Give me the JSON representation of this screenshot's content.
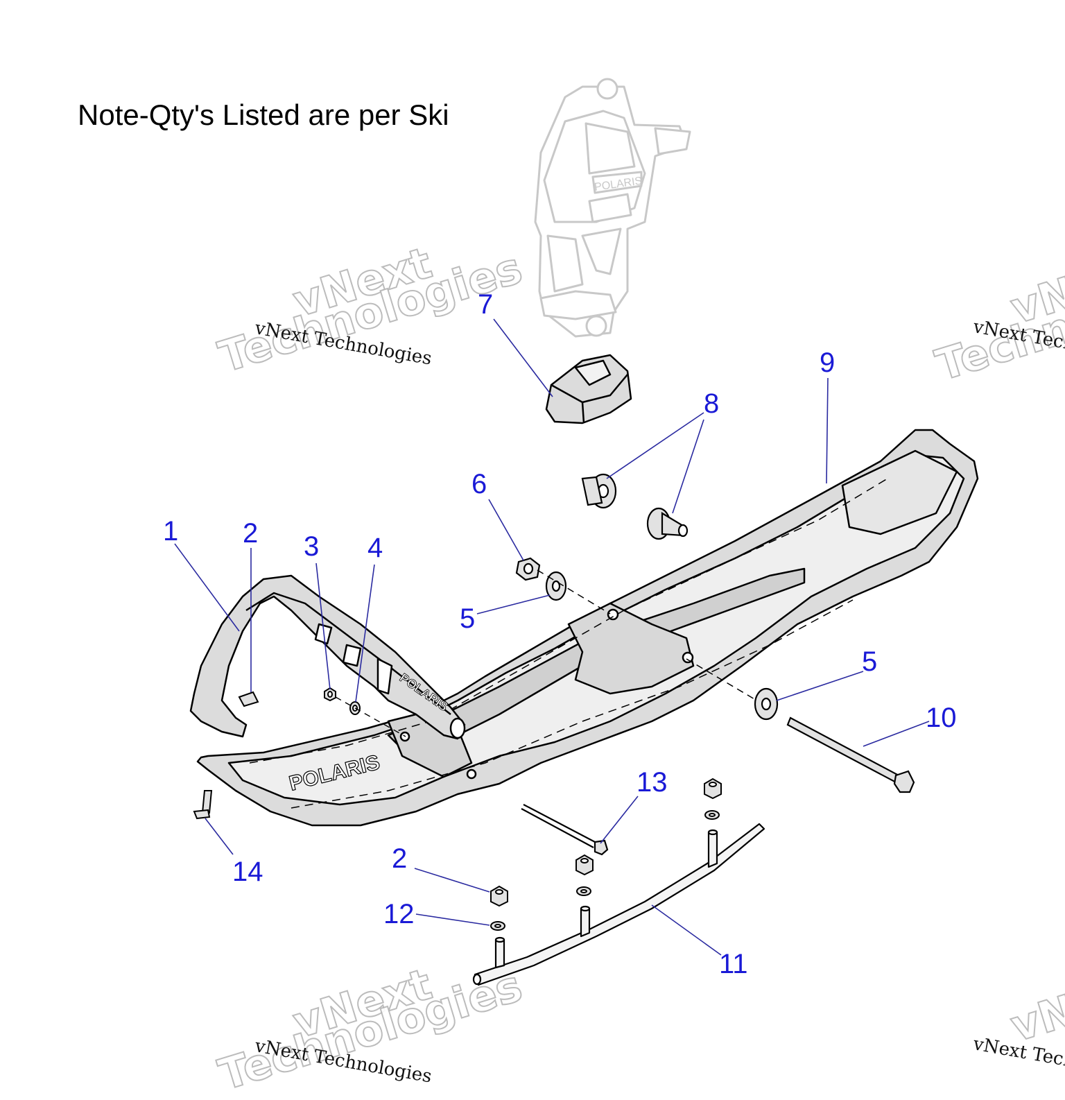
{
  "note": "Note-Qty's Listed are per Ski",
  "watermark": {
    "small": "vNext Technologies",
    "big_line1": "vNext",
    "big_line2": "Technologies"
  },
  "colors": {
    "callout": "#1a1ad6",
    "leader": "#2a2aa0",
    "part_stroke": "#000000",
    "part_fill": "#dcdcdc",
    "faded_stroke": "#c8c8c8"
  },
  "callouts": [
    {
      "id": "c1",
      "label": "1"
    },
    {
      "id": "c2a",
      "label": "2"
    },
    {
      "id": "c3",
      "label": "3"
    },
    {
      "id": "c4",
      "label": "4"
    },
    {
      "id": "c5a",
      "label": "5"
    },
    {
      "id": "c5b",
      "label": "5"
    },
    {
      "id": "c6",
      "label": "6"
    },
    {
      "id": "c7",
      "label": "7"
    },
    {
      "id": "c8",
      "label": "8"
    },
    {
      "id": "c9",
      "label": "9"
    },
    {
      "id": "c10",
      "label": "10"
    },
    {
      "id": "c11",
      "label": "11"
    },
    {
      "id": "c12",
      "label": "12"
    },
    {
      "id": "c13",
      "label": "13"
    },
    {
      "id": "c14",
      "label": "14"
    },
    {
      "id": "c2b",
      "label": "2"
    }
  ],
  "brand_marks": {
    "ski_logo": "POLARIS",
    "loop_logo": "POLARIS",
    "spindle_logo": "POLARIS"
  }
}
